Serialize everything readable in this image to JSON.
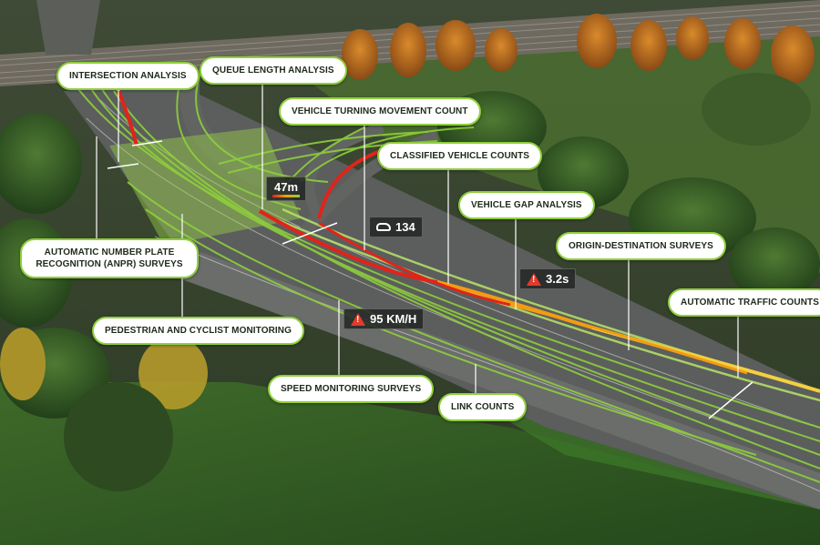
{
  "colors": {
    "accent_green": "#8fcf3c",
    "flow_red": "#e2231a",
    "flow_orange": "#f39c12",
    "flow_yellow": "#f4d03f",
    "zone_green": "#9ad24a"
  },
  "callouts": {
    "intersection_analysis": "INTERSECTION ANALYSIS",
    "queue_length_analysis": "QUEUE LENGTH ANALYSIS",
    "vehicle_turning_movement_count": "VEHICLE TURNING MOVEMENT COUNT",
    "classified_vehicle_counts": "CLASSIFIED VEHICLE COUNTS",
    "vehicle_gap_analysis": "VEHICLE GAP ANALYSIS",
    "origin_destination_surveys": "ORIGIN-DESTINATION SURVEYS",
    "automatic_traffic_counts": "AUTOMATIC TRAFFIC COUNTS",
    "anpr_line1": "AUTOMATIC NUMBER PLATE",
    "anpr_line2": "RECOGNITION (ANPR) SURVEYS",
    "pedestrian_cyclist_monitoring": "PEDESTRIAN AND CYCLIST MONITORING",
    "speed_monitoring_surveys": "SPEED MONITORING SURVEYS",
    "link_counts": "LINK COUNTS"
  },
  "badges": {
    "queue_length": {
      "value": "47m",
      "icon": "queue-arrow-icon"
    },
    "vehicle_count": {
      "value": "134",
      "icon": "car-icon"
    },
    "gap_time": {
      "value": "3.2s",
      "icon": "warning-icon"
    },
    "speed": {
      "value": "95 KM/H",
      "icon": "warning-icon"
    }
  }
}
